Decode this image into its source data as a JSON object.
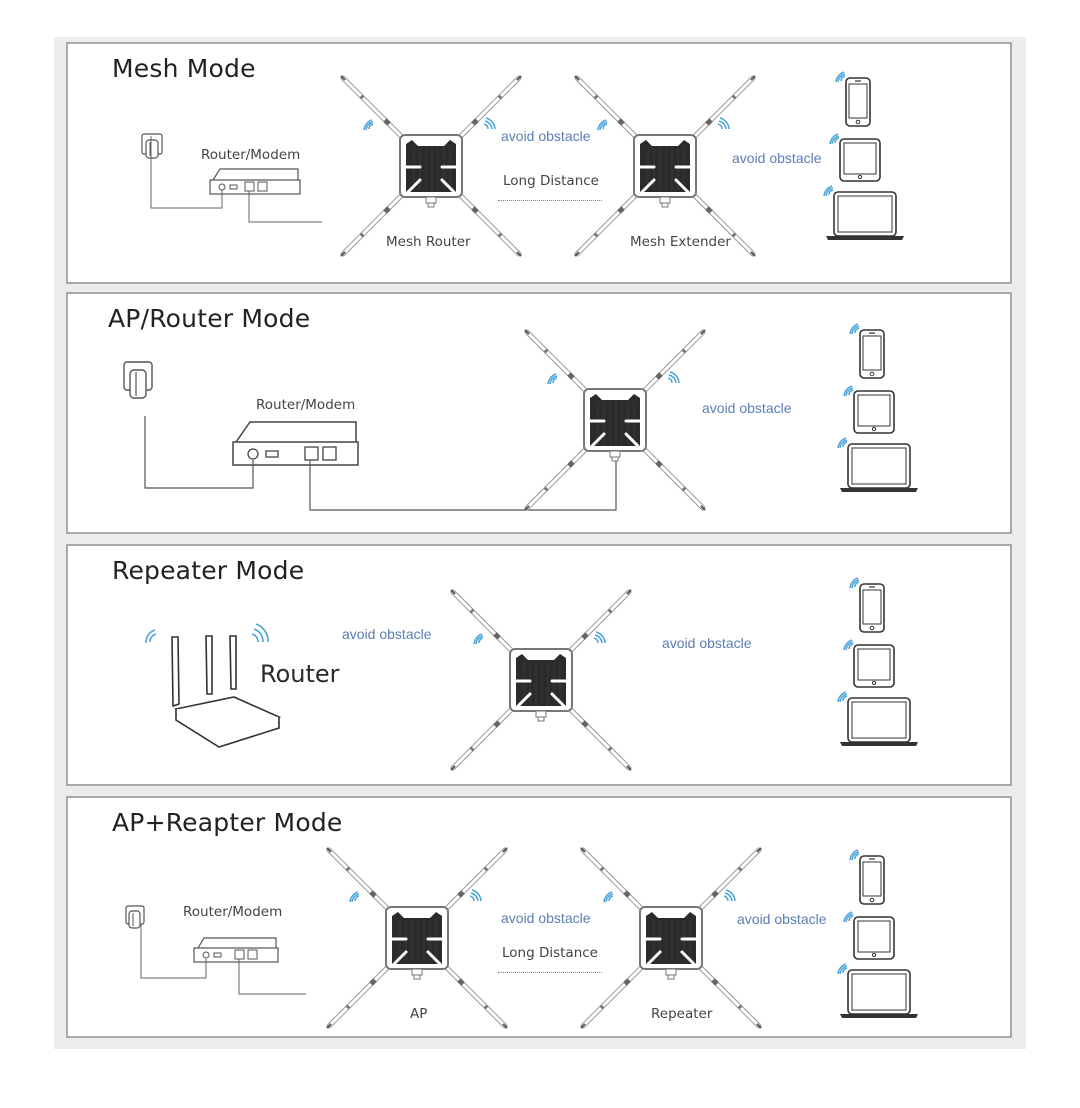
{
  "diagram": {
    "panels": [
      {
        "id": "mesh",
        "title": "Mesh Mode",
        "modem_label": "Router/Modem",
        "links": [
          {
            "text": "avoid obstacle",
            "sub": "Long Distance"
          },
          {
            "text": "avoid obstacle"
          }
        ],
        "devices": [
          "Mesh Router",
          "Mesh Extender"
        ],
        "clients": [
          "phone",
          "tablet",
          "laptop"
        ]
      },
      {
        "id": "ap-router",
        "title": "AP/Router Mode",
        "modem_label": "Router/Modem",
        "links": [
          {
            "text": "avoid obstacle"
          }
        ],
        "devices": [],
        "clients": [
          "phone",
          "tablet",
          "laptop"
        ]
      },
      {
        "id": "repeater",
        "title": "Repeater Mode",
        "router_label": "Router",
        "links": [
          {
            "text": "avoid obstacle"
          },
          {
            "text": "avoid obstacle"
          }
        ],
        "devices": [],
        "clients": [
          "phone",
          "tablet",
          "laptop"
        ]
      },
      {
        "id": "ap-repeater",
        "title": "AP+Reapter Mode",
        "modem_label": "Router/Modem",
        "links": [
          {
            "text": "avoid obstacle",
            "sub": "Long Distance"
          },
          {
            "text": "avoid obstacle"
          }
        ],
        "devices": [
          "AP",
          "Repeater"
        ],
        "clients": [
          "phone",
          "tablet",
          "laptop"
        ]
      }
    ],
    "colors": {
      "wifi": "#4aa3d8",
      "link_text": "#5a7fb5",
      "device_body": "#2b2b2b",
      "panel_border": "#a9a9a9",
      "frame": "#ececec"
    }
  }
}
